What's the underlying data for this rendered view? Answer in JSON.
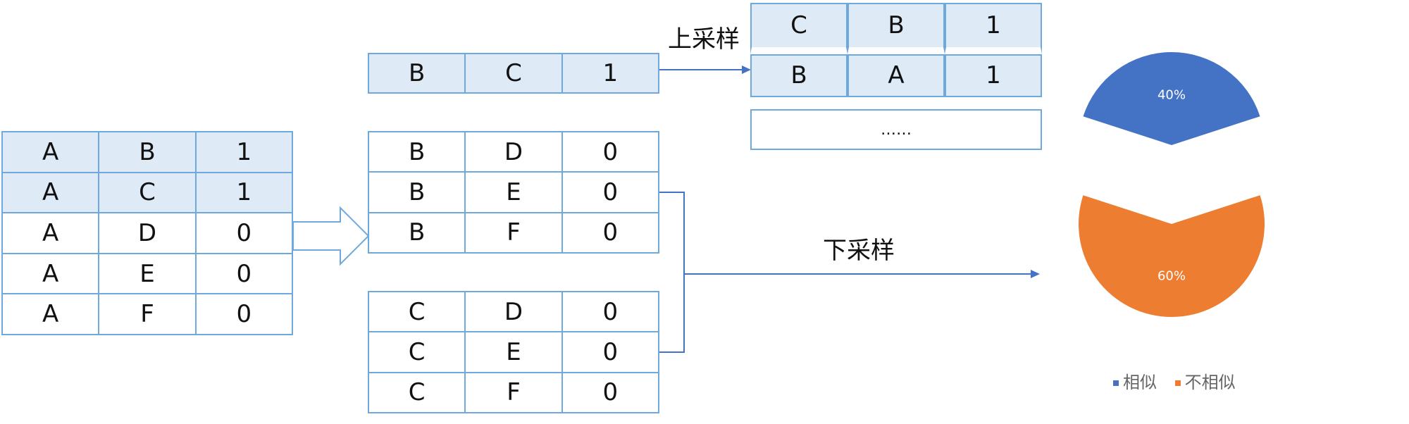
{
  "source_table": [
    [
      "A",
      "B",
      "1"
    ],
    [
      "A",
      "C",
      "1"
    ],
    [
      "A",
      "D",
      "0"
    ],
    [
      "A",
      "E",
      "0"
    ],
    [
      "A",
      "F",
      "0"
    ]
  ],
  "positive_row": [
    "B",
    "C",
    "1"
  ],
  "negative_group_b": [
    [
      "B",
      "D",
      "0"
    ],
    [
      "B",
      "E",
      "0"
    ],
    [
      "B",
      "F",
      "0"
    ]
  ],
  "negative_group_c": [
    [
      "C",
      "D",
      "0"
    ],
    [
      "C",
      "E",
      "0"
    ],
    [
      "C",
      "F",
      "0"
    ]
  ],
  "upsample": {
    "label": "上采样",
    "rows": [
      [
        "C",
        "B",
        "1"
      ],
      [
        "B",
        "A",
        "1"
      ]
    ],
    "ellipsis": "……"
  },
  "downsample": {
    "label": "下采样"
  },
  "colors": {
    "border": "#6fa8dc",
    "shade": "#deebf7",
    "arrow": "#4472c4",
    "similar": "#4472c4",
    "dissimilar": "#ed7d31"
  },
  "chart_data": {
    "type": "pie",
    "categories": [
      "相似",
      "不相似"
    ],
    "values": [
      40,
      60
    ],
    "data_labels": [
      "40%",
      "60%"
    ],
    "legend_position": "bottom",
    "exploded": true
  }
}
